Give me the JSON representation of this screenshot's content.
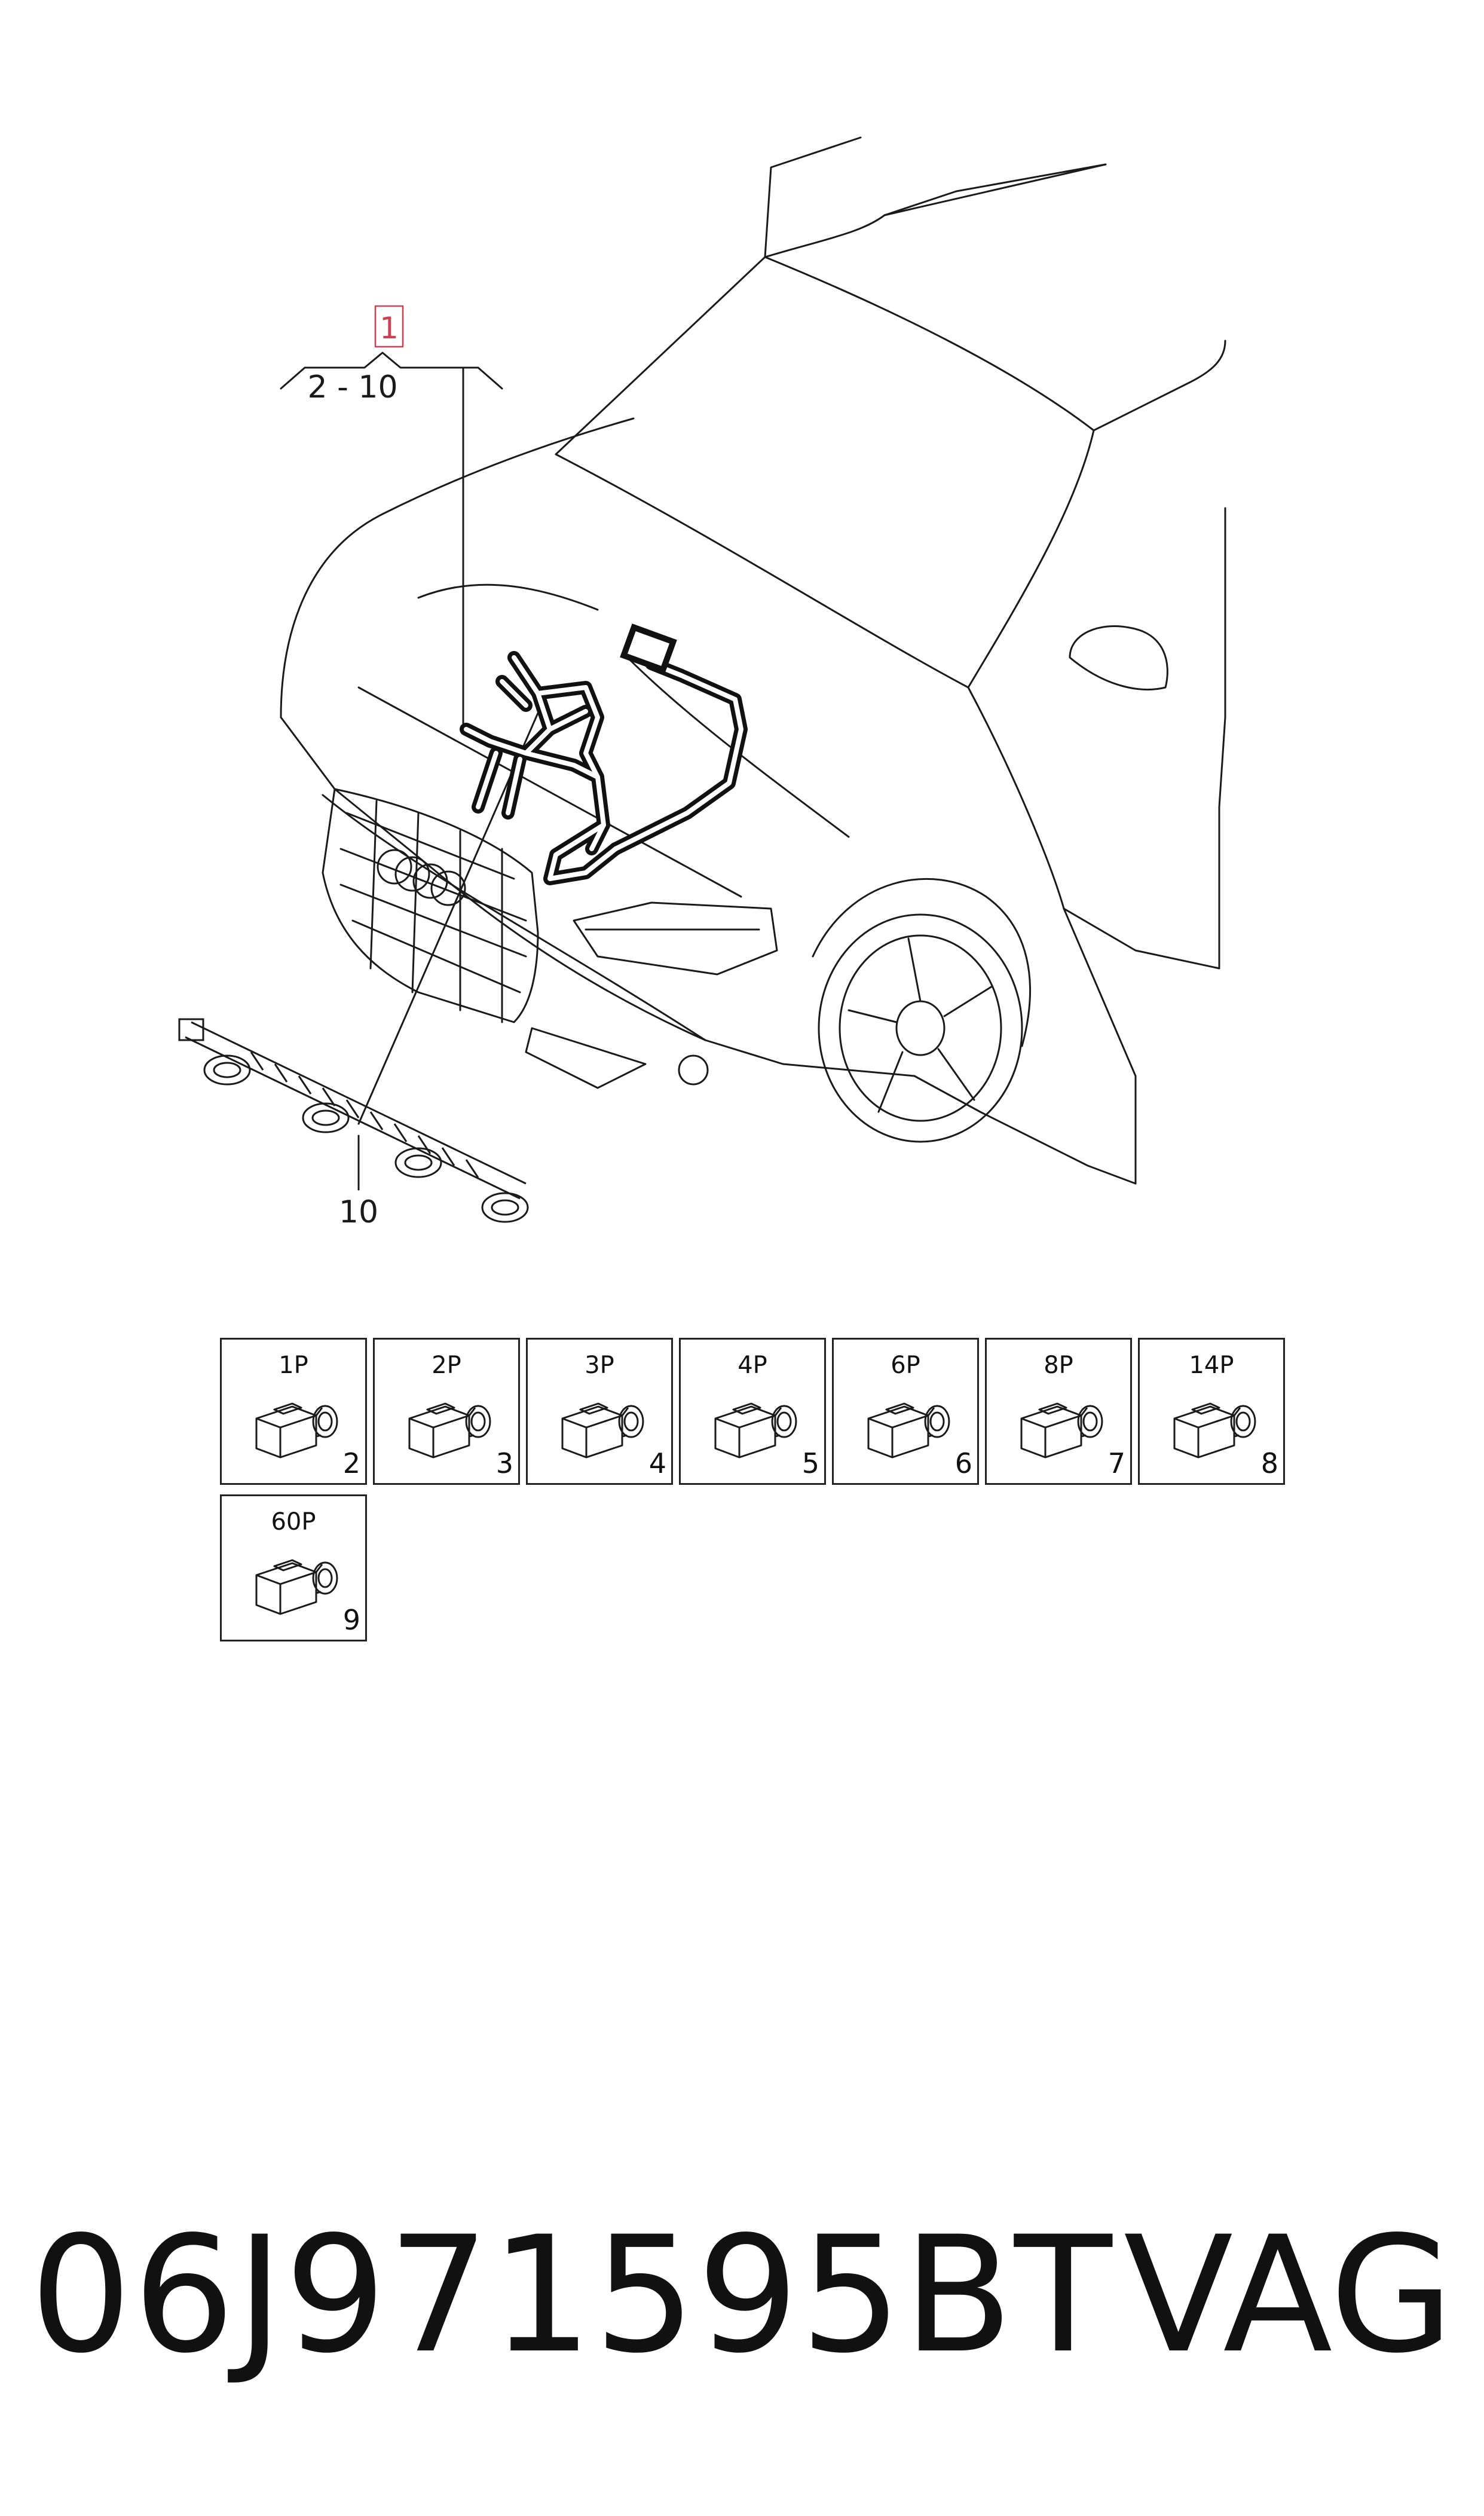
{
  "diagram": {
    "callout_main": "1",
    "callout_range": "2 - 10",
    "callout_bottom": "10"
  },
  "connectors": [
    {
      "label": "1P",
      "num": "2"
    },
    {
      "label": "2P",
      "num": "3"
    },
    {
      "label": "3P",
      "num": "4"
    },
    {
      "label": "4P",
      "num": "5"
    },
    {
      "label": "6P",
      "num": "6"
    },
    {
      "label": "8P",
      "num": "7"
    },
    {
      "label": "14P",
      "num": "8"
    },
    {
      "label": "60P",
      "num": "9"
    }
  ],
  "footer": {
    "part_number": "06J971595BT",
    "brand": "VAG"
  },
  "colors": {
    "line": "#1a1a1a",
    "callout_accent": "#d04050"
  }
}
